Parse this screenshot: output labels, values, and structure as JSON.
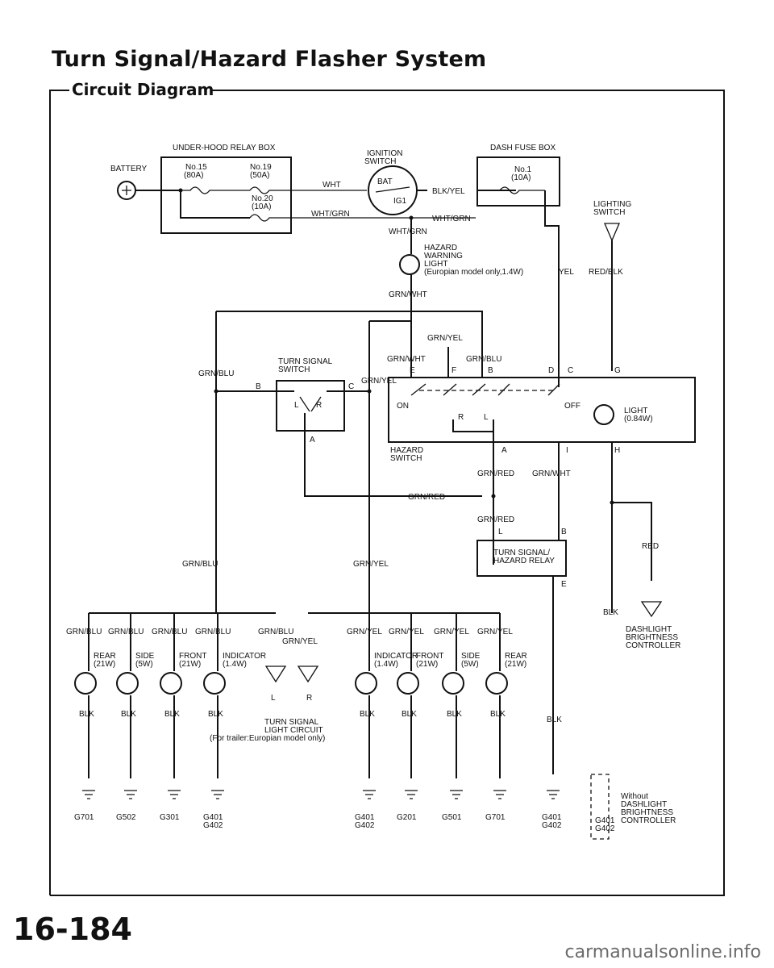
{
  "header": {
    "title": "Turn Signal/Hazard Flasher System",
    "subtitle": "Circuit Diagram"
  },
  "footer": {
    "page_number": "16-184",
    "watermark": "carmanualsonline.info"
  },
  "components": {
    "battery": "BATTERY",
    "relay_box": "UNDER-HOOD RELAY BOX",
    "fuse_15": "No.15",
    "fuse_15_rating": "(80A)",
    "fuse_19": "No.19",
    "fuse_19_rating": "(50A)",
    "fuse_20": "No.20",
    "fuse_20_rating": "(10A)",
    "ignition_switch_1": "IGNITION",
    "ignition_switch_2": "SWITCH",
    "ign_bat": "BAT",
    "ign_ig1": "IG1",
    "dash_fuse_box": "DASH FUSE BOX",
    "fuse_1": "No.1",
    "fuse_1_rating": "(10A)",
    "lighting_switch_1": "LIGHTING",
    "lighting_switch_2": "SWITCH",
    "hazard_light_1": "HAZARD",
    "hazard_light_2": "WARNING",
    "hazard_light_3": "LIGHT",
    "hazard_light_4": "(Europian model only,1.4W)",
    "turn_signal_switch_1": "TURN SIGNAL",
    "turn_signal_switch_2": "SWITCH",
    "hazard_switch_1": "HAZARD",
    "hazard_switch_2": "SWITCH",
    "light_1": "LIGHT",
    "light_2": "(0.84W)",
    "relay_1": "TURN SIGNAL/",
    "relay_2": "HAZARD RELAY",
    "dimmer_1": "DASHLIGHT",
    "dimmer_2": "BRIGHTNESS",
    "dimmer_3": "CONTROLLER",
    "trailer_1": "TURN SIGNAL",
    "trailer_2": "LIGHT CIRCUIT",
    "trailer_3": "(For trailer:Europian model only)",
    "without_1": "Without",
    "without_2": "DASHLIGHT",
    "without_3": "BRIGHTNESS",
    "without_4": "CONTROLLER",
    "sw_on": "ON",
    "sw_off": "OFF"
  },
  "wires": {
    "wht": "WHT",
    "wht_grn": "WHT/GRN",
    "blk_yel": "BLK/YEL",
    "yel": "YEL",
    "red_blk": "RED/BLK",
    "grn_wht": "GRN/WHT",
    "grn_yel": "GRN/YEL",
    "grn_blu": "GRN/BLU",
    "grn_red": "GRN/RED",
    "red": "RED",
    "blk": "BLK"
  },
  "terminals": {
    "a": "A",
    "b": "B",
    "c": "C",
    "d": "D",
    "e": "E",
    "f": "F",
    "g": "G",
    "h": "H",
    "i": "I",
    "l": "L",
    "r": "R"
  },
  "lamps_left": [
    {
      "name": "REAR",
      "rating": "(21W)",
      "ground": "G701",
      "ground2": ""
    },
    {
      "name": "SIDE",
      "rating": "(5W)",
      "ground": "G502",
      "ground2": ""
    },
    {
      "name": "FRONT",
      "rating": "(21W)",
      "ground": "G301",
      "ground2": ""
    },
    {
      "name": "INDICATOR",
      "rating": "(1.4W)",
      "ground": "G401",
      "ground2": "G402"
    }
  ],
  "lamps_right": [
    {
      "name": "INDICATOR",
      "rating": "(1.4W)",
      "ground": "G401",
      "ground2": "G402"
    },
    {
      "name": "FRONT",
      "rating": "(21W)",
      "ground": "G201",
      "ground2": ""
    },
    {
      "name": "SIDE",
      "rating": "(5W)",
      "ground": "G501",
      "ground2": ""
    },
    {
      "name": "REAR",
      "rating": "(21W)",
      "ground": "G701",
      "ground2": ""
    }
  ],
  "grounds": {
    "relay_ground_1": "G401",
    "relay_ground_2": "G402",
    "without_ground_1": "G401",
    "without_ground_2": "G402"
  }
}
